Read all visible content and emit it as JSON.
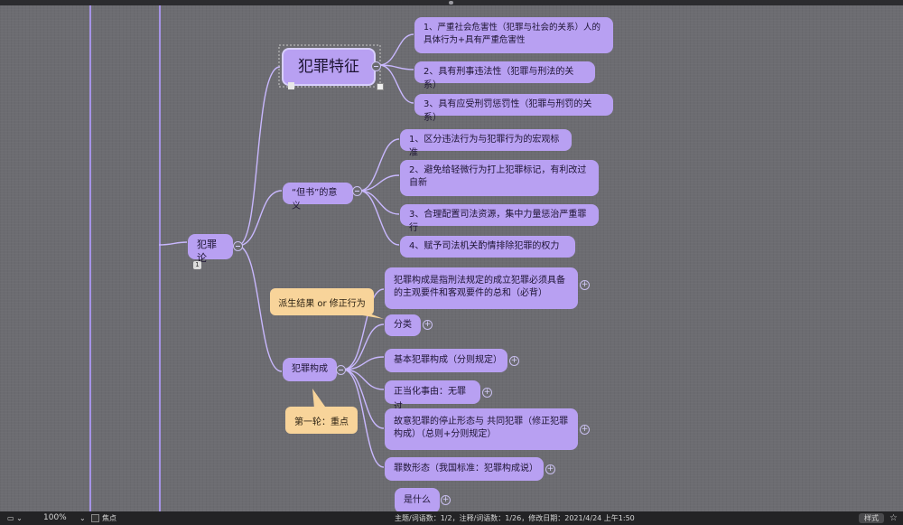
{
  "map": {
    "central": "犯罪论",
    "central_badge": "1",
    "branch1": {
      "title": "犯罪特征",
      "items": [
        "1、严重社会危害性（犯罪与社会的关系）人的具体行为+具有严重危害性",
        "2、具有刑事违法性（犯罪与刑法的关系）",
        "3、具有应受刑罚惩罚性（犯罪与刑罚的关系）"
      ]
    },
    "branch2": {
      "title": "“但书”的意义",
      "items": [
        "1、区分违法行为与犯罪行为的宏观标准",
        "2、避免给轻微行为打上犯罪标记，有利改过自新",
        "3、合理配置司法资源，集中力量惩治严重罪行",
        "4、赋予司法机关酌情排除犯罪的权力"
      ]
    },
    "branch3": {
      "title": "犯罪构成",
      "items": [
        "犯罪构成是指刑法规定的成立犯罪必须具备的主观要件和客观要件的总和（必背）",
        "分类",
        "基本犯罪构成（分则规定）",
        "正当化事由：无罪过",
        "故意犯罪的停止形态与   共同犯罪（修正犯罪构成）（总则+分则规定）",
        "罪数形态（我国标准：犯罪构成说）"
      ]
    },
    "next_topic": "是什么",
    "callouts": {
      "derived": "派生结果 or  修正行为",
      "round1": "第一轮：重点"
    }
  },
  "statusbar": {
    "zoom": "100%",
    "focus_label": "焦点",
    "info": "主题/词语数：1/2，注释/词语数：1/26，修改日期：2021/4/24 上午1:50",
    "style_button": "样式"
  },
  "colors": {
    "node": "#b8a0f2",
    "connector": "#c9b8ff",
    "callout": "#f8d49a",
    "canvas": "#6c6c71"
  }
}
